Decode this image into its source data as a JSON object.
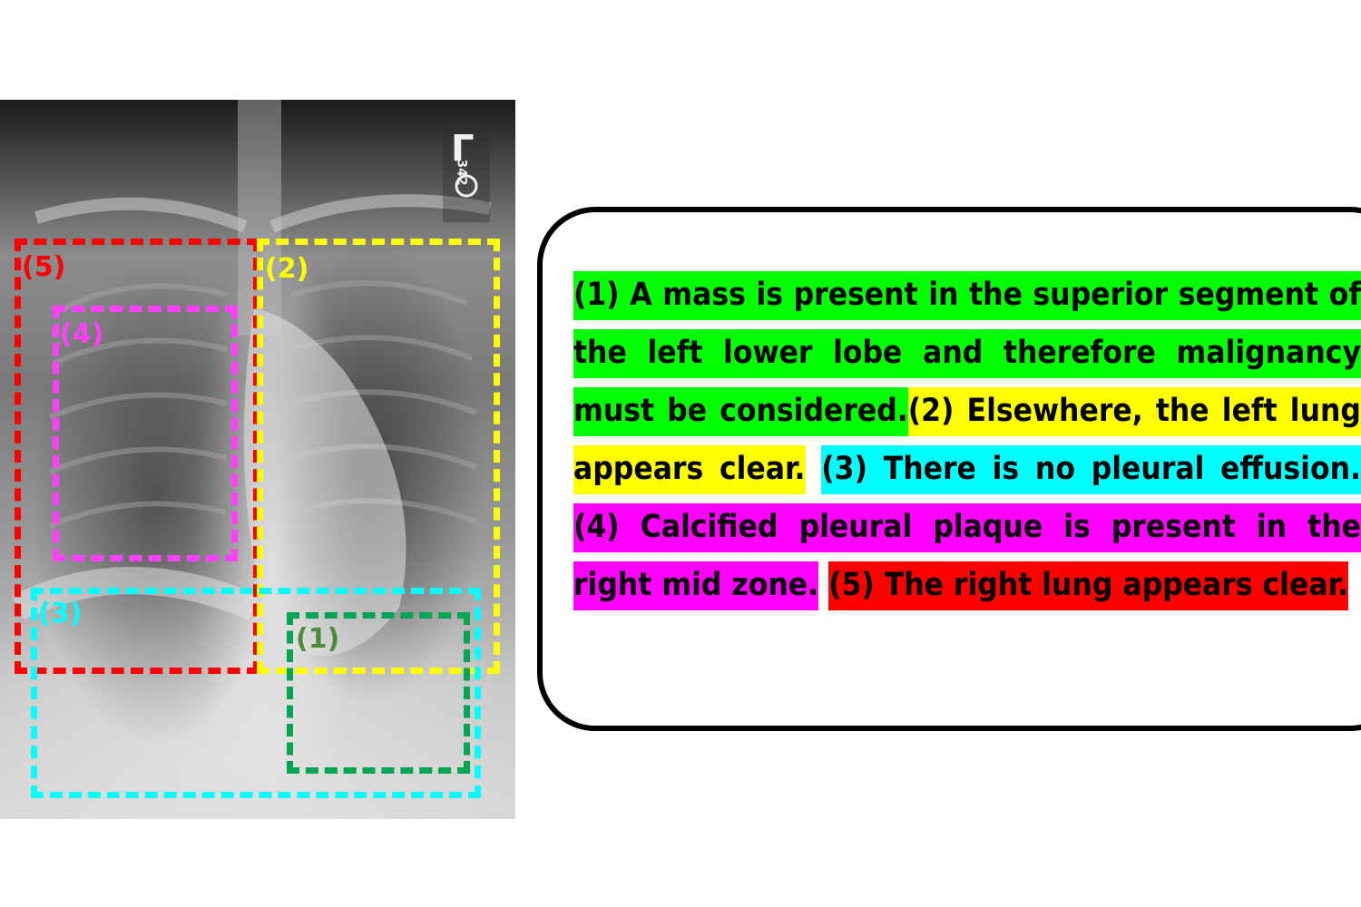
{
  "xray": {
    "marker_text": "L",
    "marker_number": "342"
  },
  "regions": [
    {
      "id": "1",
      "label": "(1)",
      "color": "#00a651",
      "label_color": "#4d8a3a"
    },
    {
      "id": "2",
      "label": "(2)",
      "color": "#ffff00",
      "label_color": "#ffff00"
    },
    {
      "id": "3",
      "label": "(3)",
      "color": "#00ffff",
      "label_color": "#00ffff"
    },
    {
      "id": "4",
      "label": "(4)",
      "color": "#ff40ff",
      "label_color": "#ff40ff"
    },
    {
      "id": "5",
      "label": "(5)",
      "color": "#ff0000",
      "label_color": "#ff0000"
    }
  ],
  "report": {
    "segments": [
      {
        "id": "1",
        "text": "(1) A mass is present in the superior segment of the left lower lobe and therefore malignancy must be considered.",
        "color": "#00ff00"
      },
      {
        "id": "2",
        "text": "(2) Elsewhere, the left lung appears clear.",
        "color": "#ffff00"
      },
      {
        "id": "3",
        "text": "(3) There is no pleural effusion.",
        "color": "#00ffff"
      },
      {
        "id": "4",
        "text": "(4) Calcified pleural plaque is present in the right mid zone.",
        "color": "#ff00ff"
      },
      {
        "id": "5",
        "text": "(5) The right lung appears clear.",
        "color": "#ff0000"
      }
    ]
  }
}
